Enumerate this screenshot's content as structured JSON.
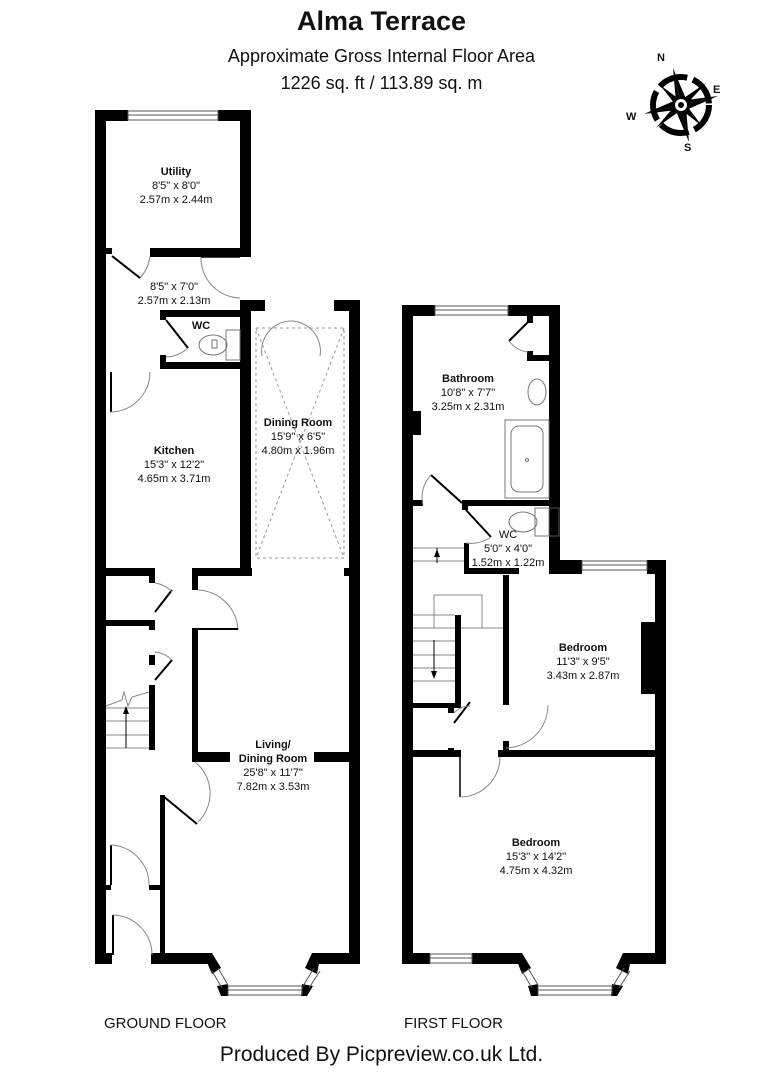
{
  "header": {
    "title": "Alma Terrace",
    "subtitle": "Approximate Gross Internal Floor Area",
    "area": "1226 sq. ft / 113.89 sq. m"
  },
  "compass": {
    "n": "N",
    "e": "E",
    "s": "S",
    "w": "W"
  },
  "ground_floor": {
    "label": "GROUND FLOOR",
    "rooms": [
      {
        "name": "Utility",
        "imperial": "8'5\" x 8'0\"",
        "metric": "2.57m x 2.44m"
      },
      {
        "name": "",
        "imperial": "8'5\" x 7'0\"",
        "metric": "2.57m x 2.13m"
      },
      {
        "name": "WC",
        "imperial": "",
        "metric": ""
      },
      {
        "name": "Kitchen",
        "imperial": "15'3\" x 12'2\"",
        "metric": "4.65m x 3.71m"
      },
      {
        "name": "Dining Room",
        "imperial": "15'9\" x 6'5\"",
        "metric": "4.80m x 1.96m"
      },
      {
        "name": "Living/",
        "name2": "Dining Room",
        "imperial": "25'8\" x 11'7\"",
        "metric": "7.82m x 3.53m"
      }
    ]
  },
  "first_floor": {
    "label": "FIRST FLOOR",
    "rooms": [
      {
        "name": "Bathroom",
        "imperial": "10'8\" x 7'7\"",
        "metric": "3.25m x 2.31m"
      },
      {
        "name": "WC",
        "imperial": "5'0\" x 4'0\"",
        "metric": "1.52m x 1.22m"
      },
      {
        "name": "Bedroom",
        "imperial": "11'3\" x 9'5\"",
        "metric": "3.43m x 2.87m"
      },
      {
        "name": "Bedroom",
        "imperial": "15'3\" x 14'2\"",
        "metric": "4.75m x 4.32m"
      }
    ]
  },
  "footer": {
    "credit": "Produced By Picpreview.co.uk Ltd."
  },
  "colors": {
    "wall": "#000000",
    "thin_line": "#808080",
    "background": "#ffffff"
  }
}
